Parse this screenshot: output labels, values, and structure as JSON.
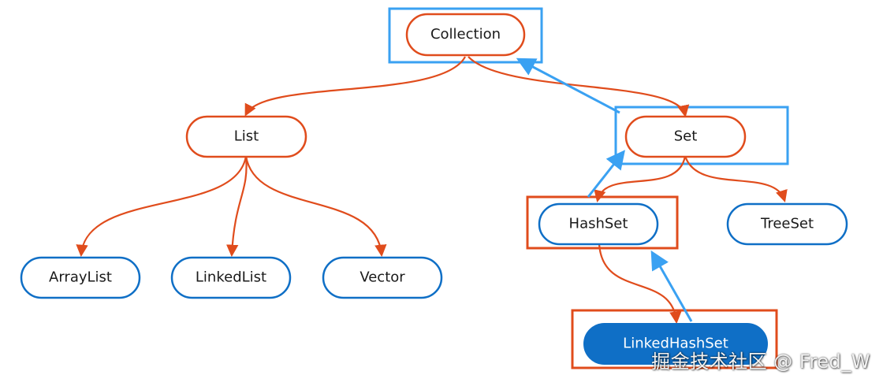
{
  "colors": {
    "red": "#e04c1c",
    "blue": "#0f6fc6",
    "highlight_blue": "#3aa1f2",
    "fill_blue": "#0f6fc6",
    "text": "#1a1a1a",
    "text_on_fill": "#ffffff"
  },
  "nodes": {
    "collection": "Collection",
    "list": "List",
    "set": "Set",
    "arraylist": "ArrayList",
    "linkedlist": "LinkedList",
    "vector": "Vector",
    "hashset": "HashSet",
    "treeset": "TreeSet",
    "linkedhashset": "LinkedHashSet"
  },
  "watermark": "掘金技术社区 @ Fred_W"
}
